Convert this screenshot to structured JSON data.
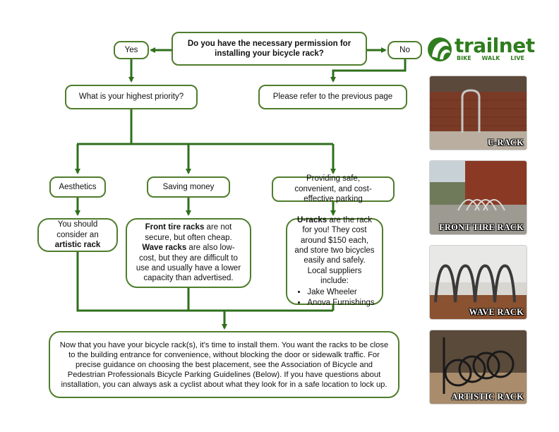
{
  "flow": {
    "question": "Do you have the necessary permission for installing your bicycle rack?",
    "yes": "Yes",
    "no": "No",
    "priority": "What is your highest priority?",
    "refer": "Please refer to the previous page",
    "aesthetics": "Aesthetics",
    "saving": "Saving money",
    "safe": "Providing safe, convenient, and cost-effective parking",
    "artistic": {
      "pre": "You should consider an ",
      "bold": "artistic rack"
    },
    "front": {
      "bold1": "Front tire racks",
      "mid": " are not secure, but often cheap. ",
      "bold2": "Wave racks",
      "post": " are also low-cost, but they are difficult to use and usually have a lower capacity than advertised."
    },
    "urack": {
      "bold": "U-racks",
      "text": " are the rack for you! They cost around $150 each, and store two bicycles easily and safely. Local suppliers include:",
      "suppliers": [
        "Jake Wheeler",
        "Anova Furnishings"
      ]
    },
    "install": "Now that you have your bicycle rack(s), it's time to install them. You want the racks to be close to the building entrance for convenience, without blocking the door or sidewalk traffic. For precise guidance on choosing the best placement, see the Association of Bicycle and Pedestrian Professionals Bicycle Parking Guidelines (Below). If you have questions about installation, you can always ask a cyclist about what they look for in a safe location to lock up."
  },
  "logo": {
    "name": "trailnet",
    "tagline": [
      "BIKE",
      "WALK",
      "LIVE"
    ]
  },
  "photos": [
    {
      "label": "U-RACK"
    },
    {
      "label": "FRONT TIRE RACK"
    },
    {
      "label": "WAVE RACK"
    },
    {
      "label": "ARTISTIC RACK"
    }
  ],
  "colors": {
    "accent": "#2f6f1c",
    "box_border": "#4f7d2c",
    "brand": "#2f7d1e"
  }
}
